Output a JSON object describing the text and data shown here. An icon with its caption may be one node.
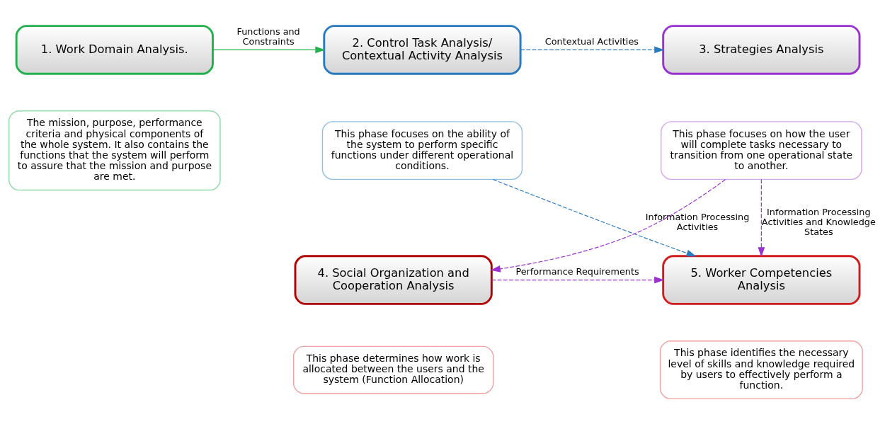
{
  "diagram": {
    "nodes": [
      {
        "text": [
          "1. Work Domain Analysis."
        ]
      },
      {
        "text": [
          "The mission, purpose, performance criteria and physical components of the whole system. It also contains the functions that the system will perform to assure that the mission and purpose are met."
        ]
      },
      {
        "text": [
          "2. Control Task Analysis/ Contextual Activity Analysis"
        ]
      },
      {
        "text": [
          "This phase focuses on the ability of the system to perform specific functions under different operational conditions."
        ]
      },
      {
        "text": [
          "3. Strategies Analysis"
        ]
      },
      {
        "text": [
          "This phase focuses on how the user will complete tasks necessary to transition from one operational state to another."
        ]
      },
      {
        "text": [
          "5. Worker Competencies Analysis"
        ]
      },
      {
        "text": [
          "This phase identifies the necessary level of skills and knowledge required by users to effectively perform a function."
        ]
      },
      {
        "text": [
          "4. Social Organization and Cooperation Analysis"
        ]
      },
      {
        "text": [
          "This phase determines how work is allocated between the users and the system (Function Allocation)"
        ]
      }
    ],
    "edges": [
      {
        "from": 0,
        "to": 2,
        "arrow": "to",
        "label": "Functions and Constraints",
        "color": "#22b14c"
      },
      {
        "from": 2,
        "to": 4,
        "arrow": "to",
        "label": "Contextual Activities",
        "style": "dashed",
        "color": "#2a7ac0"
      },
      {
        "from": 3,
        "to": 6,
        "arrow": "to",
        "label": "Information Processing Activities",
        "style": "dashed",
        "color": "#2a7ac0"
      },
      {
        "from": 5,
        "to": 6,
        "arrow": "to",
        "label": "Information Processing Activities and Knowledge States",
        "style": "dashed",
        "color": "#9b30d0"
      },
      {
        "from": 5,
        "to": 8,
        "arrow": "to",
        "style": "dashed",
        "color": "#9b30d0"
      },
      {
        "from": 8,
        "to": 6,
        "arrow": "to",
        "label": "Performance Requirements",
        "style": "dashed",
        "color": "#9b30d0"
      }
    ]
  }
}
